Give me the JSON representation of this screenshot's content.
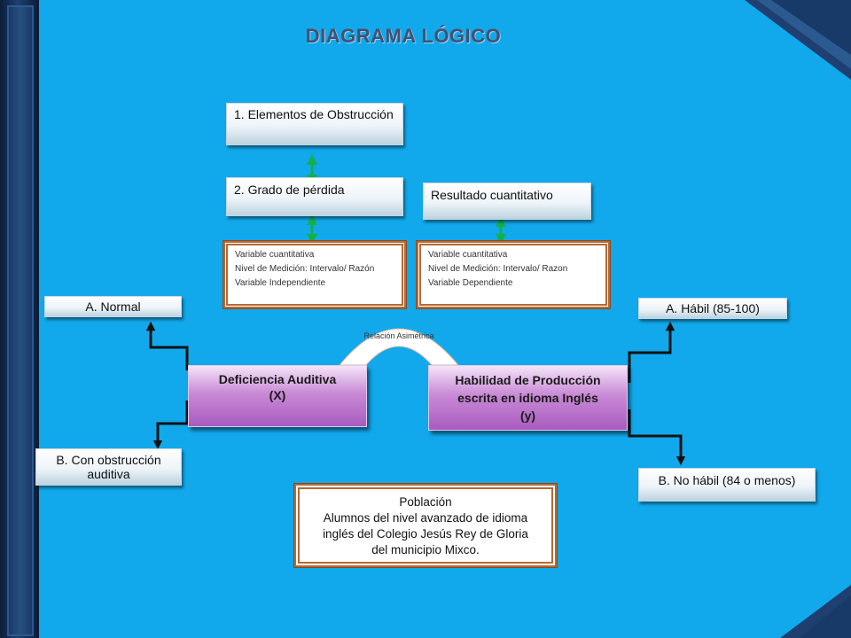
{
  "title": "DIAGRAMA LÓGICO",
  "boxes": {
    "elementos": "1. Elementos de Obstrucción",
    "grado": "2. Grado de pérdida",
    "resultado": "Resultado cuantitativo",
    "normal": "A. Normal",
    "obstruccion": "B. Con obstrucción auditiva",
    "habil": "A. Hábil (85-100)",
    "no_habil": "B. No hábil (84 o menos)"
  },
  "variable_x": {
    "line1": "Deficiencia Auditiva",
    "line2": "(X)"
  },
  "variable_y": {
    "line1": "Habilidad de Producción",
    "line2": "escrita en idioma Inglés",
    "line3": "(y)"
  },
  "variable_independiente": {
    "line1": "Variable cuantitativa",
    "line2": "Nivel de Medición: Intervalo/ Razón",
    "line3": "Variable Independiente"
  },
  "variable_dependiente": {
    "line1": "Variable cuantitativa",
    "line2": "Nivel de Medición: Intervalo/ Razon",
    "line3": "Variable Dependiente"
  },
  "relacion": "Relación Asimétrica",
  "poblacion": {
    "heading": "Población",
    "line1": "Alumnos del nivel avanzado de idioma",
    "line2": "inglés del Colegio Jesús Rey de Gloria",
    "line3": "del municipio Mixco."
  },
  "colors": {
    "background": "#11a9ec",
    "purple_box": "#b56fc8",
    "orange_border": "#b66a34",
    "green_connector": "#12b04a"
  }
}
